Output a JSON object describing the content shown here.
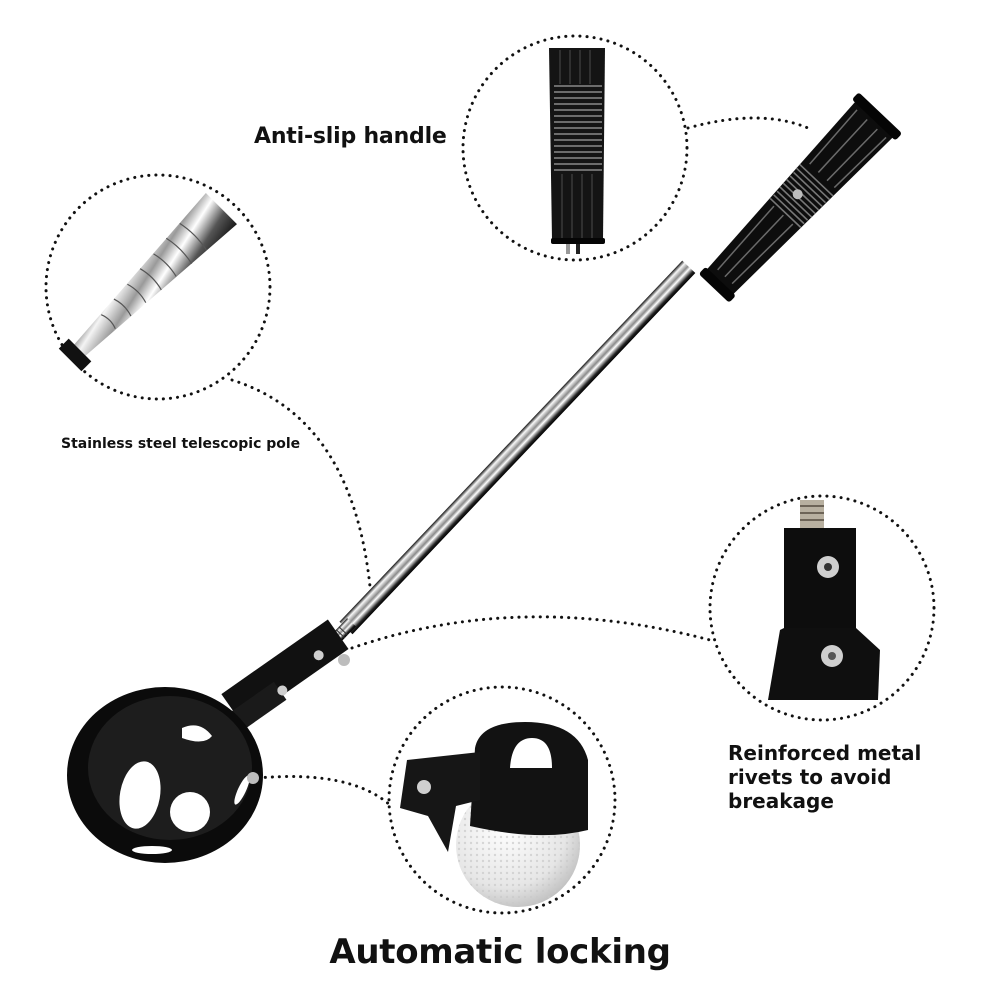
{
  "infographic": {
    "subject": "Golf ball retriever with telescopic pole",
    "callouts": {
      "handle": {
        "label": "Anti-slip handle"
      },
      "pole": {
        "label": "Stainless steel telescopic pole"
      },
      "rivets": {
        "lines": [
          "Reinforced metal",
          "rivets to avoid",
          "breakage"
        ]
      },
      "locking": {
        "label": "Automatic locking"
      }
    },
    "colors": {
      "background": "#ffffff",
      "text": "#111111",
      "product_black": "#0d0d0d",
      "steel": "#c8c8c8",
      "dotted_line": "#111111",
      "golf_ball": "#f2f2f2"
    }
  }
}
